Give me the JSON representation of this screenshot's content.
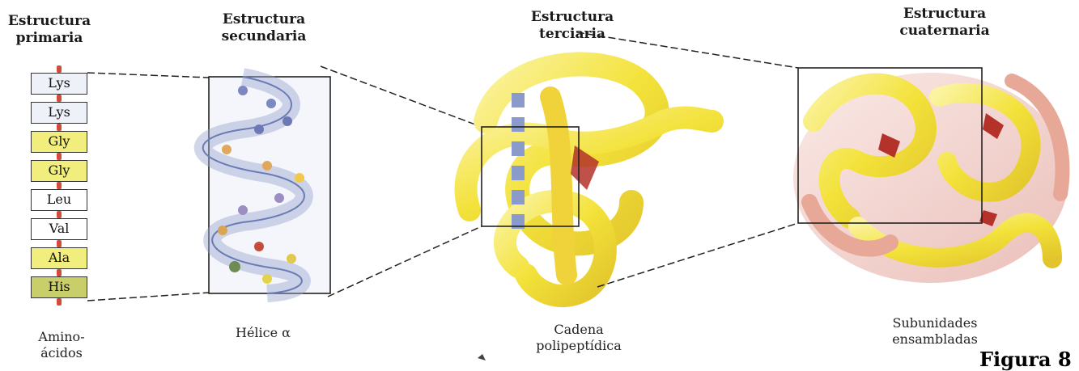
{
  "headings": {
    "primary": [
      "Estructura",
      "primaria"
    ],
    "secondary": [
      "Estructura",
      "secundaria"
    ],
    "tertiary": [
      "Estructura",
      "terciaria"
    ],
    "quaternary": [
      "Estructura",
      "cuaternaria"
    ]
  },
  "amino_acids": [
    {
      "label": "Lys",
      "color": "#eef2f8"
    },
    {
      "label": "Lys",
      "color": "#eef2f8"
    },
    {
      "label": "Gly",
      "color": "#f1ee7e"
    },
    {
      "label": "Gly",
      "color": "#f1ee7e"
    },
    {
      "label": "Leu",
      "color": "#ffffff"
    },
    {
      "label": "Val",
      "color": "#ffffff"
    },
    {
      "label": "Ala",
      "color": "#f1ee7e"
    },
    {
      "label": "His",
      "color": "#c8cf6a"
    }
  ],
  "captions": {
    "primary": [
      "Amino-",
      "ácidos"
    ],
    "secondary": "Hélice α",
    "tertiary": [
      "Cadena",
      "polipeptídica"
    ],
    "quaternary": [
      "Subunidades",
      "ensambladas"
    ]
  },
  "figure_label": "Figura 8",
  "colors": {
    "ribbon_yellow": "#f3e23a",
    "ribbon_light": "#fbf3a0",
    "helix_blue": "#7d8fc0",
    "heme_red": "#b4322a",
    "link_red": "#d24b3b"
  }
}
